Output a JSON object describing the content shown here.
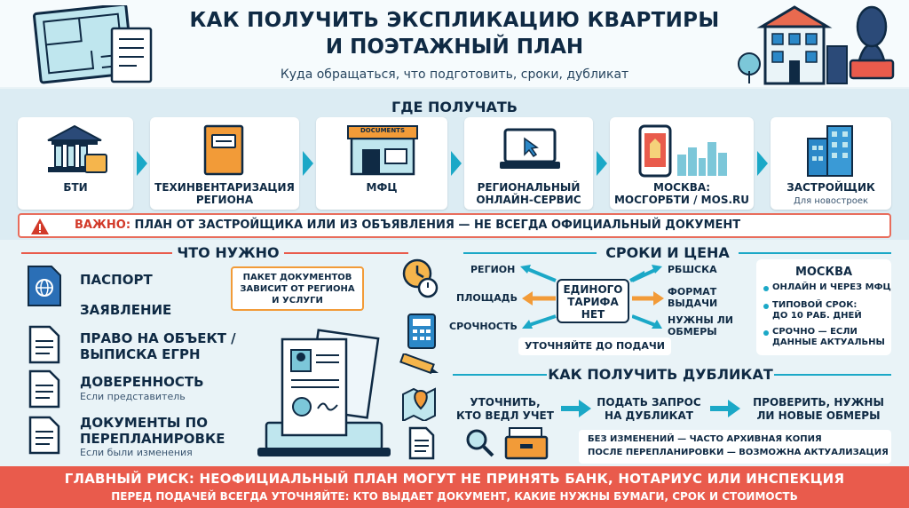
{
  "header": {
    "title_line1": "КАК ПОЛУЧИТЬ ЭКСПЛИКАЦИЮ КВАРТИРЫ",
    "title_line2": "И ПОЭТАЖНЫЙ ПЛАН",
    "subtitle": "Куда обращаться, что подготовить, сроки, дубликат"
  },
  "where": {
    "title": "ГДЕ ПОЛУЧАТЬ",
    "cards": [
      {
        "icon": "bank-building-icon",
        "label": "БТИ",
        "sub": ""
      },
      {
        "icon": "folder-icon",
        "label": "ТЕХИНВЕНТАРИЗАЦИЯ\nРЕГИОНА",
        "sub": ""
      },
      {
        "icon": "mfc-office-icon",
        "label": "МФЦ",
        "sub": "",
        "sign": "DOCUMENTS"
      },
      {
        "icon": "laptop-cursor-icon",
        "label": "РЕГИОНАЛЬНЫЙ\nОНЛАЙН-СЕРВИС",
        "sub": ""
      },
      {
        "icon": "phone-moscow-icon",
        "label": "МОСКВА:\nМОСГОРБТИ / MOS.RU",
        "sub": ""
      },
      {
        "icon": "skyscraper-icon",
        "label": "ЗАСТРОЙЩИК",
        "sub": "Для новостроек"
      }
    ],
    "warning_prefix": "ВАЖНО:",
    "warning_text": "ПЛАН ОТ ЗАСТРОЙЩИКА ИЛИ ИЗ ОБЪЯВЛЕНИЯ — НЕ ВСЕГДА ОФИЦИАЛЬНЫЙ ДОКУМЕНТ"
  },
  "needs": {
    "title": "ЧТО НУЖНО",
    "items": [
      {
        "label": "ПАСПОРТ",
        "note": ""
      },
      {
        "label": "ЗАЯВЛЕНИЕ",
        "note": ""
      },
      {
        "label": "ПРАВО НА ОБЪЕКТ /\nВЫПИСКА ЕГРН",
        "note": ""
      },
      {
        "label": "ДОВЕРЕННОСТЬ",
        "note": "Если представитель"
      },
      {
        "label": "ДОКУМЕНТЫ ПО\nПЕРЕПЛАНИРОВКЕ",
        "note": "Если были изменения"
      }
    ],
    "callout": "ПАКЕТ ДОКУМЕНТОВ\nЗАВИСИТ ОТ РЕГИОНА\nИ УСЛУГИ"
  },
  "terms": {
    "title": "СРОКИ И ЦЕНА",
    "center": "ЕДИНОГО\nТАРИФА\nНЕТ",
    "left": [
      "РЕГИОН",
      "ПЛОЩАДЬ",
      "СРОЧНОСТЬ"
    ],
    "right": [
      "РБШСКА",
      "ФОРМАТ\nВЫДАЧИ",
      "НУЖНЫ ЛИ\nОБМЕРЫ"
    ],
    "note": "УТОЧНЯЙТЕ ДО ПОДАЧИ",
    "moscow": {
      "title": "МОСКВА",
      "items": [
        "ОНЛАЙН И ЧЕРЕЗ МФЦ",
        "ТИПОВОЙ СРОК:\nДО 10 РАБ. ДНЕЙ",
        "СРОЧНО — ЕСЛИ\nДАННЫЕ АКТУАЛЬНЫ"
      ]
    }
  },
  "duplicate": {
    "title": "КАК ПОЛУЧИТЬ ДУБЛИКАТ",
    "steps": [
      "УТОЧНИТЬ,\nКТО ВЕДЛ УЧЕТ",
      "ПОДАТЬ ЗАПРОС\nНА ДУБЛИКАТ",
      "ПРОВЕРИТЬ, НУЖНЫ\nЛИ НОВЫЕ ОБМЕРЫ"
    ],
    "note1": "БЕЗ ИЗМЕНЕНИЙ — ЧАСТО АРХИВНАЯ КОПИЯ",
    "note2": "ПОСЛЕ ПЕРЕПЛАНИРОВКИ — ВОЗМОЖНА АКТУАЛИЗАЦИЯ"
  },
  "footer": {
    "line1": "ГЛАВНЫЙ РИСК: НЕОФИЦИАЛЬНЫЙ ПЛАН МОГУТ НЕ ПРИНЯТЬ БАНК, НОТАРИУС ИЛИ ИНСПЕКЦИЯ",
    "line2": "ПЕРЕД ПОДАЧЕЙ ВСЕГДА УТОЧНЯЙТЕ: КТО ВЫДАЕТ ДОКУМЕНТ, КАКИЕ НУЖНЫ БУМАГИ, СРОК И СТОИМОСТЬ"
  },
  "colors": {
    "navy": "#0f2a44",
    "cyan": "#1ba8c7",
    "orange": "#f29b38",
    "red": "#e95b4c",
    "bg": "#e9f3f7"
  }
}
